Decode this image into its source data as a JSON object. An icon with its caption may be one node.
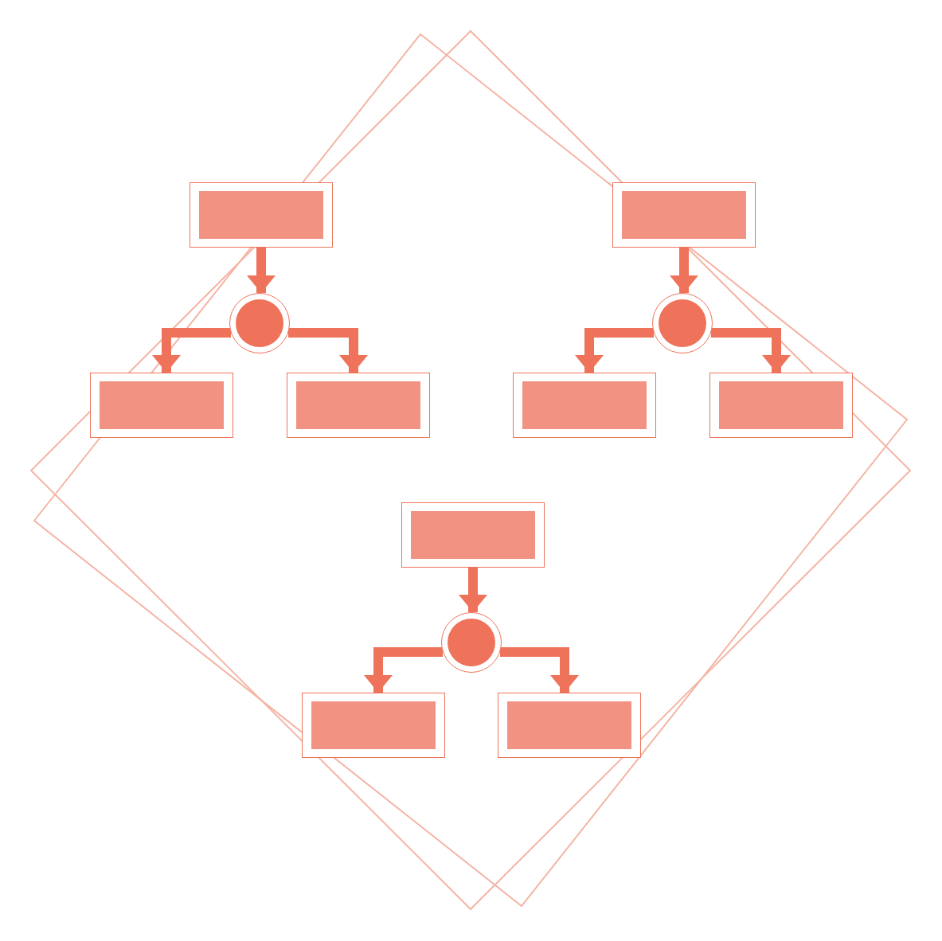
{
  "diagram": {
    "nodes": [
      {
        "text": [],
        "shape": "box"
      },
      {
        "text": [],
        "shape": "circle"
      },
      {
        "text": [],
        "shape": "box"
      },
      {
        "text": [],
        "shape": "box"
      },
      {
        "text": [],
        "shape": "box"
      },
      {
        "text": [],
        "shape": "circle"
      },
      {
        "text": [],
        "shape": "box"
      },
      {
        "text": [],
        "shape": "box"
      },
      {
        "text": [],
        "shape": "box"
      },
      {
        "text": [],
        "shape": "circle"
      },
      {
        "text": [],
        "shape": "box"
      },
      {
        "text": [],
        "shape": "box"
      }
    ],
    "edges": [
      {
        "from": 0,
        "to": 1,
        "arrow": "to"
      },
      {
        "from": 1,
        "to": 2,
        "arrow": "to"
      },
      {
        "from": 1,
        "to": 3,
        "arrow": "to"
      },
      {
        "from": 4,
        "to": 5,
        "arrow": "to"
      },
      {
        "from": 5,
        "to": 6,
        "arrow": "to"
      },
      {
        "from": 5,
        "to": 7,
        "arrow": "to"
      },
      {
        "from": 8,
        "to": 9,
        "arrow": "to"
      },
      {
        "from": 9,
        "to": 10,
        "arrow": "to"
      },
      {
        "from": 9,
        "to": 11,
        "arrow": "to"
      }
    ]
  }
}
